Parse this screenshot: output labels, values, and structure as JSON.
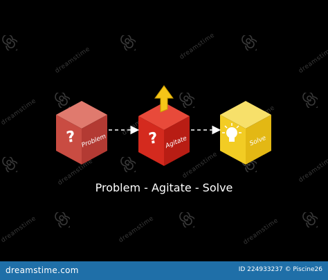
{
  "caption": "Problem - Agitate - Solve",
  "steps": [
    {
      "label": "Problem",
      "symbol": "?",
      "icon": "question-mark-icon",
      "colors": {
        "top": "#e07a6e",
        "left": "#c94c42",
        "right": "#b33a33"
      }
    },
    {
      "label": "Agitate",
      "symbol": "?",
      "icon": "question-mark-icon",
      "colors": {
        "top": "#e84a3a",
        "left": "#d42a1e",
        "right": "#b81d14"
      }
    },
    {
      "label": "Solve",
      "symbol": "",
      "icon": "lightbulb-icon",
      "colors": {
        "top": "#f7e06a",
        "left": "#f2cc24",
        "right": "#e3b814"
      }
    }
  ],
  "agitate_arrow": {
    "icon": "up-arrow-icon",
    "color": "#f5c518"
  },
  "connector": {
    "style": "dashed-arrow",
    "color": "#ffffff"
  },
  "watermark": {
    "text": "dreamstime",
    "icon": "swirl-icon",
    "color": "#3a3a3a"
  },
  "footer": {
    "brand": "dreamstime.com",
    "id_text": "ID 224933237 © Piscine26",
    "background": "#1f6fa8"
  }
}
